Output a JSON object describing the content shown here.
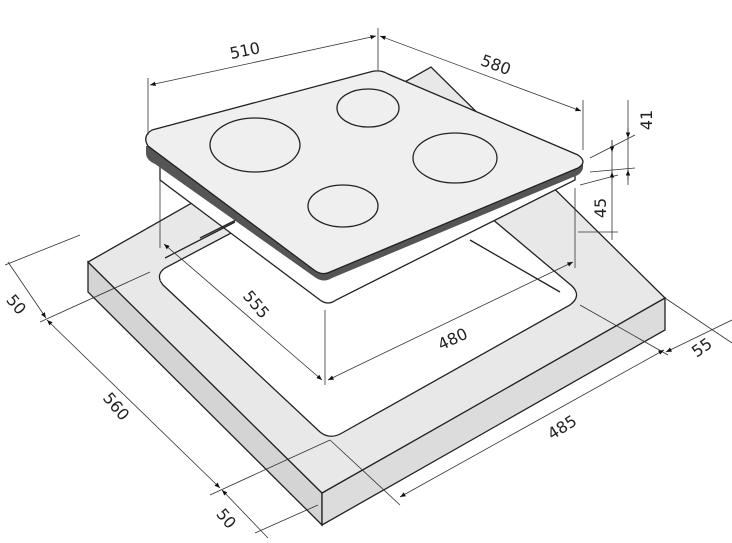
{
  "dimensions": {
    "hob_width": "510",
    "hob_depth": "580",
    "hob_glass_height": "41",
    "hob_body_height": "45",
    "cutout_depth": "555",
    "cutout_width": "480",
    "margin_back": "50",
    "worktop_depth_span": "560",
    "margin_front": "50",
    "worktop_width_span": "485",
    "margin_side": "55"
  },
  "colors": {
    "worktop_top": "#e6e6e6",
    "worktop_side": "#d2d2d2",
    "glass": "#efefef",
    "glass_edge": "#555555"
  }
}
